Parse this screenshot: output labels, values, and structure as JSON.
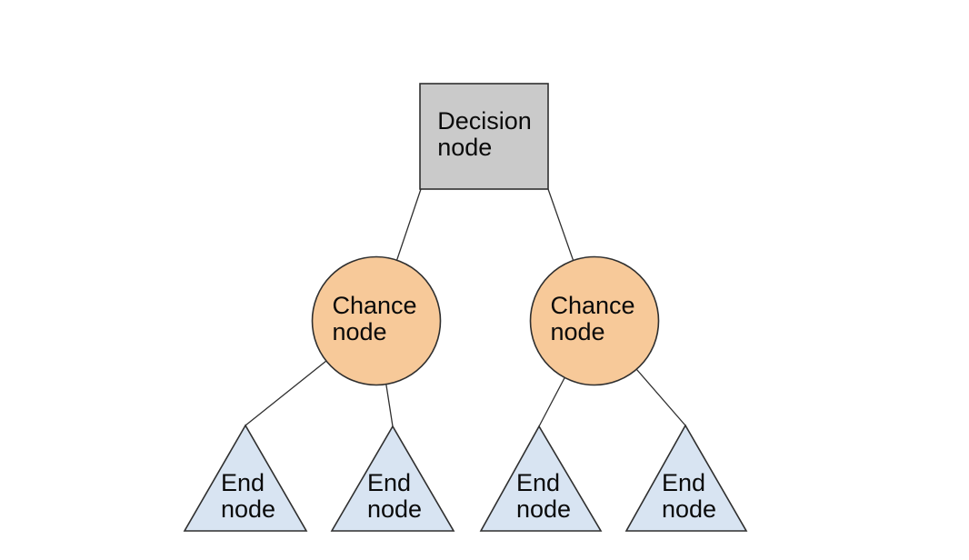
{
  "diagram": {
    "type": "decision-tree",
    "nodes": {
      "decision": {
        "label": "Decision\nnode",
        "shape": "square"
      },
      "chance_left": {
        "label": "Chance\nnode",
        "shape": "circle"
      },
      "chance_right": {
        "label": "Chance\nnode",
        "shape": "circle"
      },
      "end_1": {
        "label": "End\nnode",
        "shape": "triangle"
      },
      "end_2": {
        "label": "End\nnode",
        "shape": "triangle"
      },
      "end_3": {
        "label": "End\nnode",
        "shape": "triangle"
      },
      "end_4": {
        "label": "End\nnode",
        "shape": "triangle"
      }
    },
    "edges": [
      {
        "from": "decision",
        "to": "chance_left"
      },
      {
        "from": "decision",
        "to": "chance_right"
      },
      {
        "from": "chance_left",
        "to": "end_1"
      },
      {
        "from": "chance_left",
        "to": "end_2"
      },
      {
        "from": "chance_right",
        "to": "end_3"
      },
      {
        "from": "chance_right",
        "to": "end_4"
      }
    ],
    "colors": {
      "decision_fill": "#cacaca",
      "chance_fill": "#f7c999",
      "end_fill": "#d8e4f2",
      "stroke": "#2f2f2f",
      "connector": "#2f2f2f",
      "text": "#0a0a0a",
      "background": "#ffffff"
    }
  }
}
